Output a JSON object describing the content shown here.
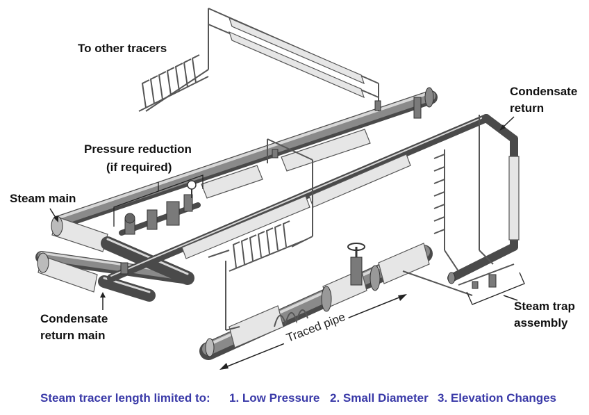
{
  "labels": {
    "other_tracers": "To other tracers",
    "condensate_return_1": "Condensate",
    "condensate_return_2": "return",
    "pressure_reduction_1": "Pressure reduction",
    "pressure_reduction_2": "(if required)",
    "steam_main": "Steam main",
    "condensate_return_main_1": "Condensate",
    "condensate_return_main_2": "return main",
    "steam_trap_1": "Steam trap",
    "steam_trap_2": "assembly",
    "traced_pipe": "Traced pipe"
  },
  "caption": {
    "prefix": "Steam tracer length limited to:",
    "item1": "1. Low Pressure",
    "item2": "2. Small Diameter",
    "item3": "3. Elevation Changes"
  },
  "colors": {
    "caption": "#3a3aa8",
    "label": "#111111"
  }
}
